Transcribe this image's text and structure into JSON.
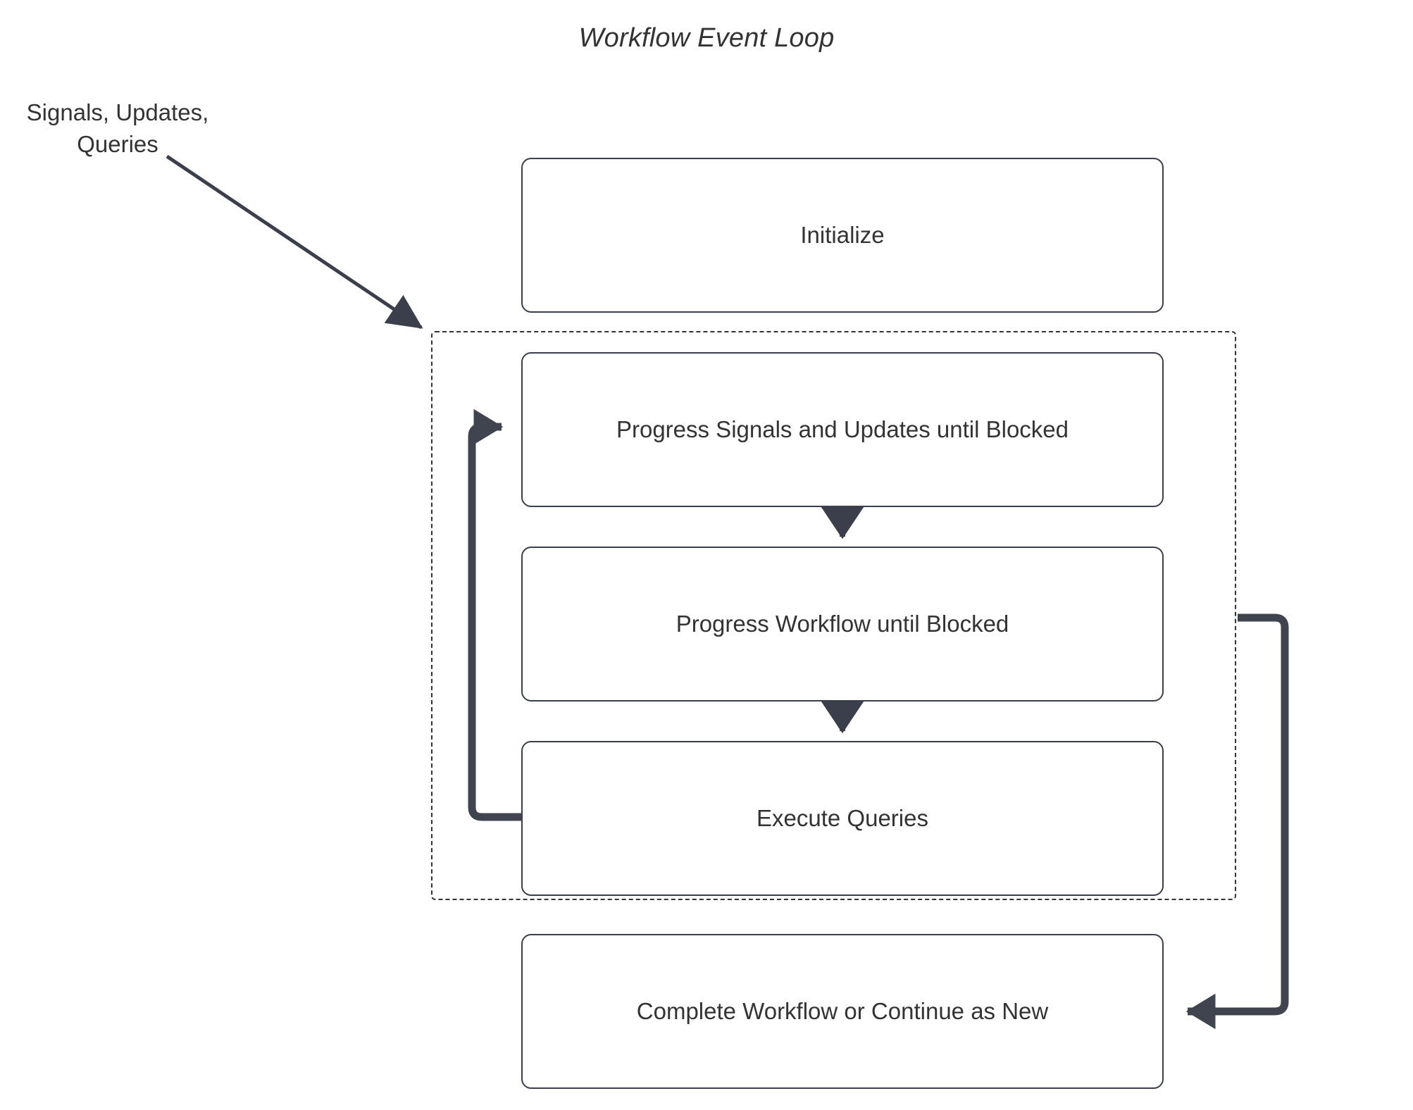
{
  "diagram": {
    "title": "Workflow Event Loop",
    "external_input_label": "Signals, Updates,\nQueries",
    "nodes": [
      {
        "id": "initialize",
        "label": "Initialize"
      },
      {
        "id": "progress_su",
        "label": "Progress Signals and Updates until Blocked"
      },
      {
        "id": "progress_wf",
        "label": "Progress Workflow until Blocked"
      },
      {
        "id": "execute_queries",
        "label": "Execute Queries"
      },
      {
        "id": "complete",
        "label": "Complete Workflow or Continue as New"
      }
    ],
    "group": {
      "id": "event_loop_group",
      "style": "dashed",
      "label": ""
    },
    "edges": [
      {
        "from": "external_input",
        "to": "event_loop_group",
        "style": "thin-diagonal",
        "arrow": "end"
      },
      {
        "from": "progress_su",
        "to": "progress_wf",
        "style": "thin-vertical",
        "arrow": "end"
      },
      {
        "from": "progress_wf",
        "to": "execute_queries",
        "style": "thin-vertical",
        "arrow": "end"
      },
      {
        "from": "execute_queries",
        "to": "progress_su",
        "style": "thick-loop-left",
        "arrow": "end"
      },
      {
        "from": "event_loop_group",
        "to": "complete",
        "style": "thick-loop-right",
        "arrow": "end"
      }
    ],
    "colors": {
      "background": "#ffffff",
      "node_fill": "#ffffff",
      "node_border": "#3a3f4b",
      "text": "#333333",
      "edge_thin": "#3a3f4b",
      "edge_thick": "#3f444f",
      "group_border": "#333333"
    }
  }
}
